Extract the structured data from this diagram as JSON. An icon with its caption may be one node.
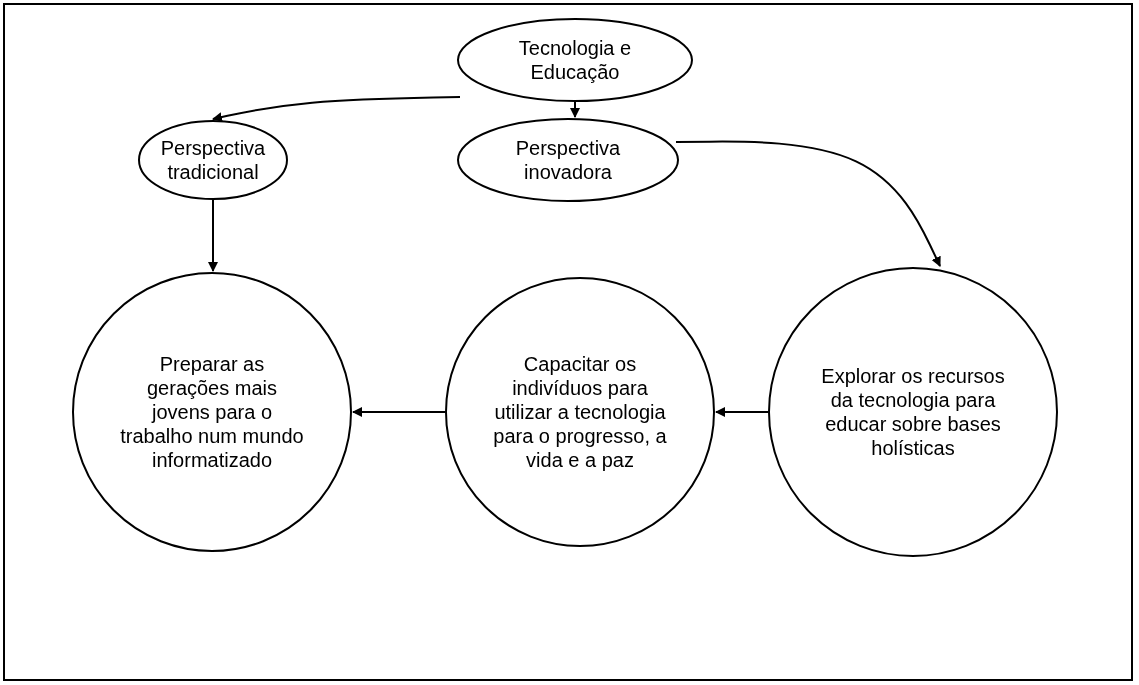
{
  "diagram": {
    "nodes": [
      {
        "text": [
          "Tecnologia e Educação"
        ]
      },
      {
        "text": [
          "Perspectiva tradicional"
        ]
      },
      {
        "text": [
          "Perspectiva inovadora"
        ]
      },
      {
        "text": [
          "Preparar as gerações mais jovens para o trabalho num mundo informatizado"
        ]
      },
      {
        "text": [
          "Capacitar os indivíduos para utilizar a tecnologia para o progresso, a vida e a paz"
        ]
      },
      {
        "text": [
          "Explorar os recursos da tecnologia para educar sobre bases holísticas"
        ]
      }
    ],
    "edges": [
      {
        "from": 0,
        "to": 1,
        "arrow": "to"
      },
      {
        "from": 0,
        "to": 2,
        "arrow": "to"
      },
      {
        "from": 1,
        "to": 3,
        "arrow": "to"
      },
      {
        "from": 2,
        "to": 5,
        "arrow": "to"
      },
      {
        "from": 5,
        "to": 4,
        "arrow": "to"
      },
      {
        "from": 4,
        "to": 3,
        "arrow": "to"
      }
    ]
  }
}
